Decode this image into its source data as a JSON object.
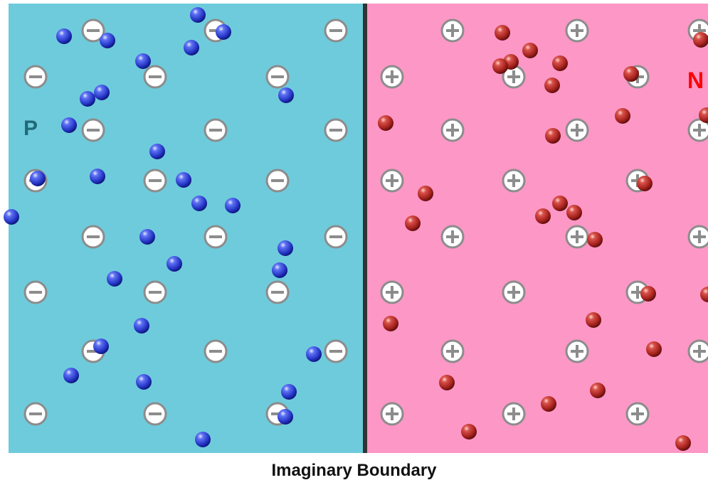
{
  "labels": {
    "p_region": "P",
    "n_region": "N",
    "boundary": "Imaginary Boundary"
  },
  "colors": {
    "p_region_fill": "#6ecbdc",
    "n_region_fill": "#fd97c6",
    "boundary_line": "#333333",
    "p_label": "#1f6b78",
    "n_label": "#ff0000",
    "hole": "#2b3bd0",
    "electron": "#a8231f",
    "ion_ring": "#8c8c8c"
  },
  "icons": {
    "acceptor_ion": "minus-circle-icon",
    "donor_ion": "plus-circle-icon",
    "hole": "blue-sphere-icon",
    "electron": "red-sphere-icon"
  }
}
